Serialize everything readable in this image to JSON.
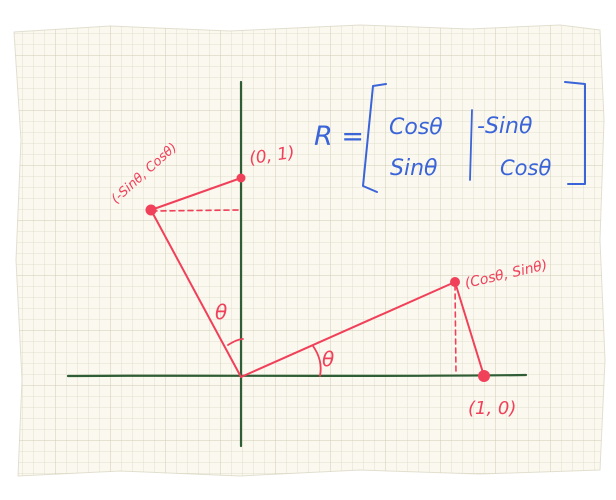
{
  "colors": {
    "paper": "#fbf9ef",
    "grid": "#dad7c4",
    "grid_major": "#cfcbb4",
    "axis": "#2f5e36",
    "vector": "#f0405a",
    "matrix": "#3a64d8"
  },
  "labels": {
    "point_unit_y": "(0, 1)",
    "point_rot_y": "(-Sinθ, Cosθ)",
    "point_rot_x": "(Cosθ, Sinθ)",
    "point_unit_x": "(1, 0)",
    "angle_upper": "θ",
    "angle_lower": "θ"
  },
  "matrix": {
    "lhs": "R =",
    "cells": [
      [
        "Cosθ",
        "-Sinθ"
      ],
      [
        "Sinθ",
        "Cosθ"
      ]
    ]
  }
}
